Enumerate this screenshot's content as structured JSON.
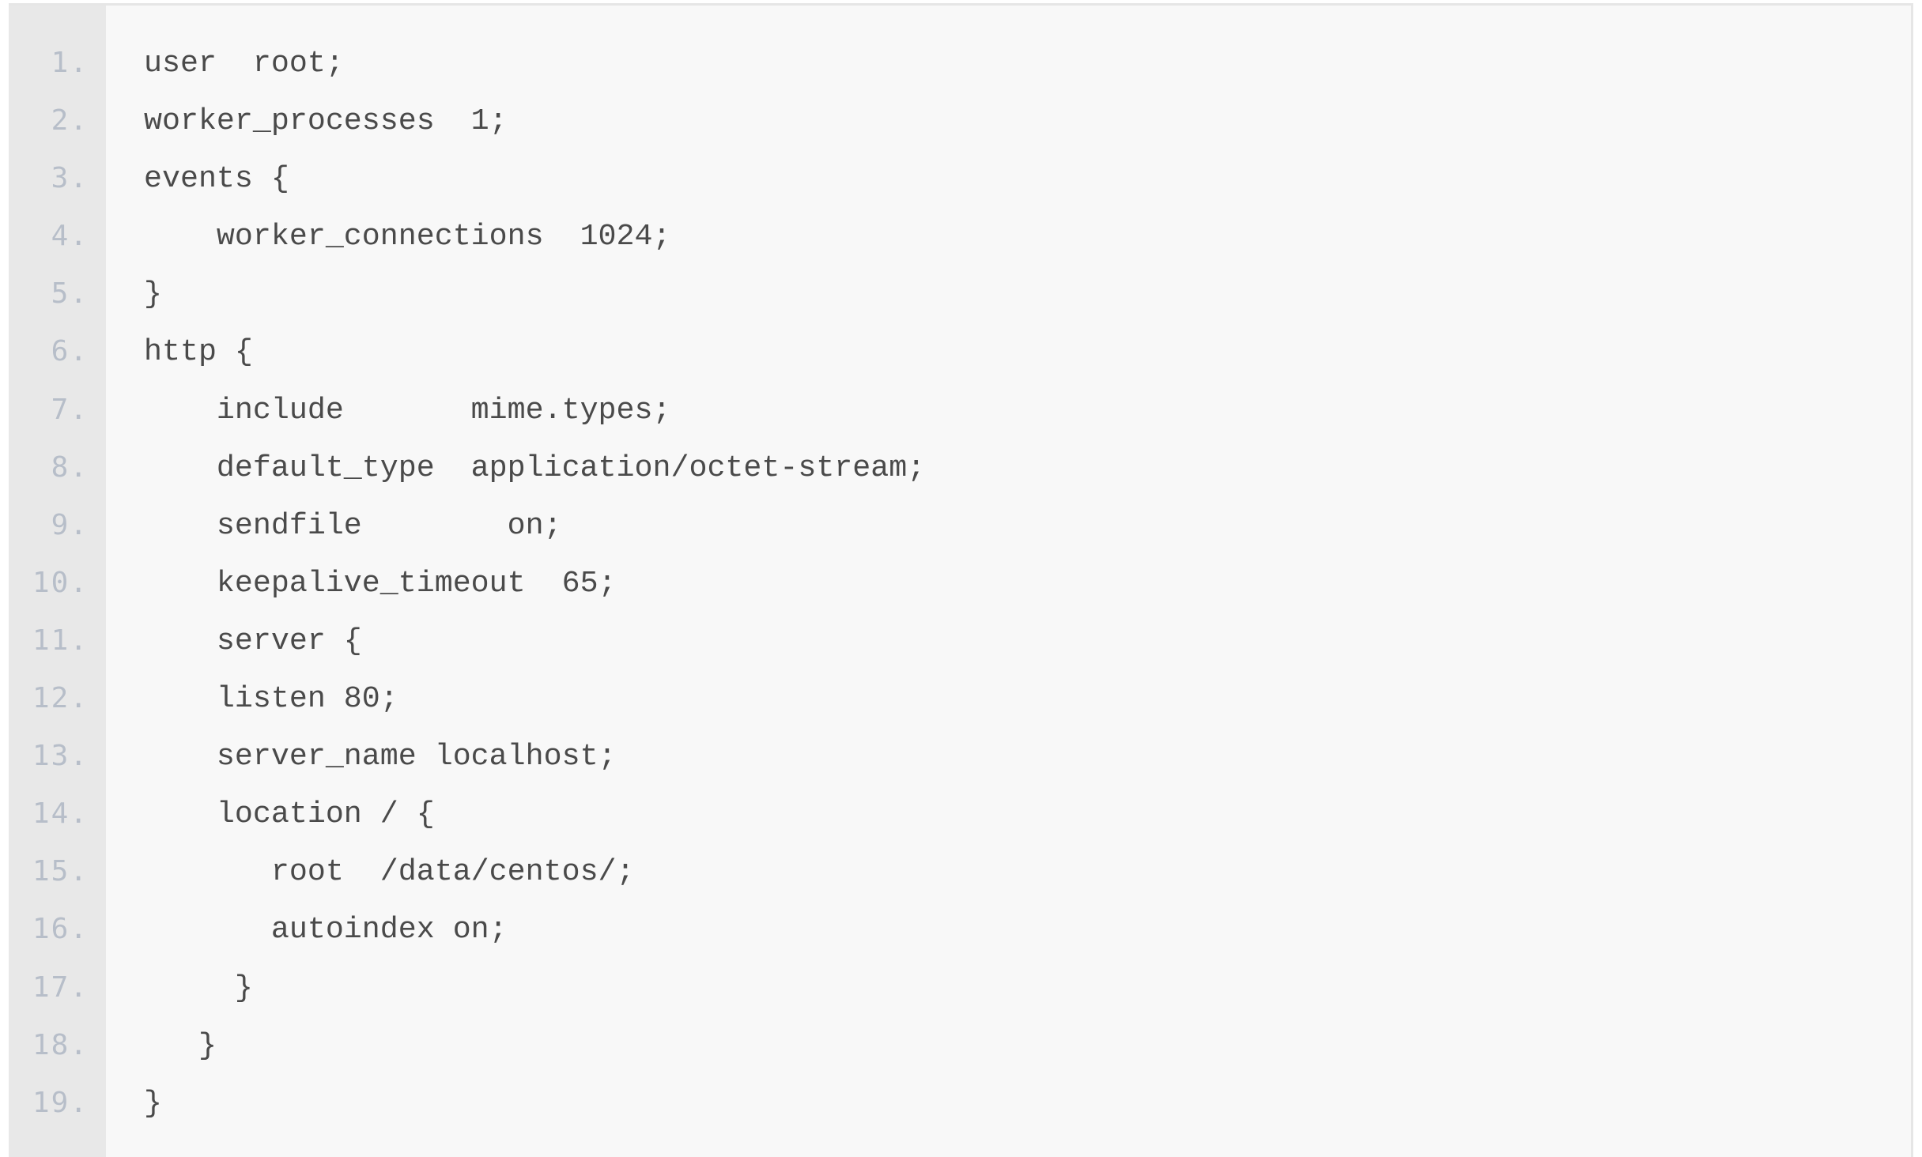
{
  "code_block": {
    "language": "nginx",
    "lines": [
      {
        "number": "1.",
        "text": "user  root;"
      },
      {
        "number": "2.",
        "text": "worker_processes  1;"
      },
      {
        "number": "3.",
        "text": "events {"
      },
      {
        "number": "4.",
        "text": "    worker_connections  1024;"
      },
      {
        "number": "5.",
        "text": "}"
      },
      {
        "number": "6.",
        "text": "http {"
      },
      {
        "number": "7.",
        "text": "    include       mime.types;"
      },
      {
        "number": "8.",
        "text": "    default_type  application/octet-stream;"
      },
      {
        "number": "9.",
        "text": "    sendfile        on;"
      },
      {
        "number": "10.",
        "text": "    keepalive_timeout  65;"
      },
      {
        "number": "11.",
        "text": "    server {"
      },
      {
        "number": "12.",
        "text": "    listen 80;"
      },
      {
        "number": "13.",
        "text": "    server_name localhost;"
      },
      {
        "number": "14.",
        "text": "    location / {"
      },
      {
        "number": "15.",
        "text": "       root  /data/centos/;"
      },
      {
        "number": "16.",
        "text": "       autoindex on;"
      },
      {
        "number": "17.",
        "text": "     }"
      },
      {
        "number": "18.",
        "text": "   }"
      },
      {
        "number": "19.",
        "text": "}"
      }
    ]
  },
  "colors": {
    "background": "#f8f8f8",
    "gutter": "#e8e8e8",
    "line_number": "#b7bec9",
    "code_text": "#4a4a4a",
    "border": "#e6e6e6"
  }
}
